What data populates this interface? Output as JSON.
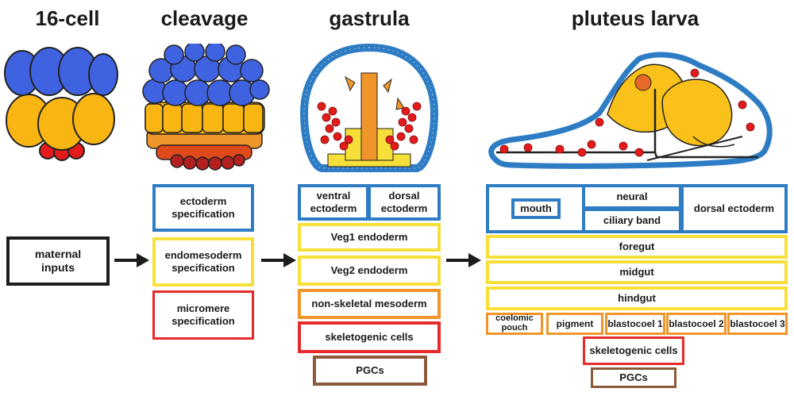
{
  "stages": [
    {
      "title": "16-cell"
    },
    {
      "title": "cleavage"
    },
    {
      "title": "gastrula"
    },
    {
      "title": "pluteus larva"
    }
  ],
  "maternal": {
    "label": "maternal\ninputs"
  },
  "cleavage_boxes": {
    "ectoderm": "ectoderm\nspecification",
    "endomesoderm": "endomesoderm\nspecification",
    "micromere": "micromere\nspecification"
  },
  "gastrula_boxes": {
    "ventral": "ventral\nectoderm",
    "dorsal": "dorsal\nectoderm",
    "veg1": "Veg1 endoderm",
    "veg2": "Veg2 endoderm",
    "nsm": "non-skeletal mesoderm",
    "skeletogenic": "skeletogenic cells",
    "pgcs": "PGCs"
  },
  "pluteus_boxes": {
    "mouth": "mouth",
    "neural": "neural",
    "ciliary": "ciliary band",
    "dorsal_ectoderm": "dorsal ectoderm",
    "foregut": "foregut",
    "midgut": "midgut",
    "hindgut": "hindgut",
    "coelomic": "coelomic\npouch",
    "pigment": "pigment",
    "blastocoel1": "blastocoel 1",
    "blastocoel2": "blastocoel 2",
    "blastocoel3": "blastocoel 3",
    "skeletogenic": "skeletogenic cells",
    "pgcs": "PGCs"
  },
  "colors": {
    "ectoderm": "#2e7dc4",
    "endoderm": "#f7df3a",
    "mesoderm": "#f0952a",
    "skeletogenic": "#e52b2b",
    "pgc": "#8a5a3a",
    "maternal": "#1c1c1c"
  }
}
